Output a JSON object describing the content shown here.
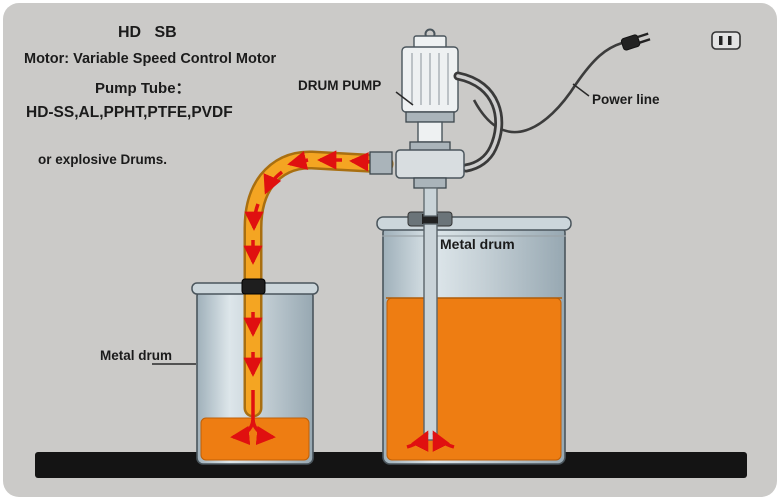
{
  "diagram": {
    "annotations": {
      "model": "HD   SB",
      "motor": "Motor: Variable Speed Control Motor",
      "pump_tube_heading": "Pump Tube：",
      "pump_tube_materials": "HD-SS,AL,PPHT,PTFE,PVDF",
      "drums_note": "or explosive Drums.",
      "drum_pump": "DRUM PUMP",
      "power_line": "Power line",
      "metal_drum_large": "Metal drum",
      "metal_drum_small": "Metal drum"
    },
    "icons": {
      "plug": "two-prong-plug-icon",
      "outlet": "power-outlet-icon",
      "pump": "drum-pump-icon"
    }
  },
  "colors": {
    "background": "#cbcac8",
    "floor": "#141414",
    "drum_body": "#c5d0d6",
    "liquid": "#ee7d12",
    "hose": "#f4a522",
    "hose_outline": "#a96f10",
    "arrow": "#e01010",
    "cable": "#3c3c3c",
    "text": "#1b1b1b"
  }
}
